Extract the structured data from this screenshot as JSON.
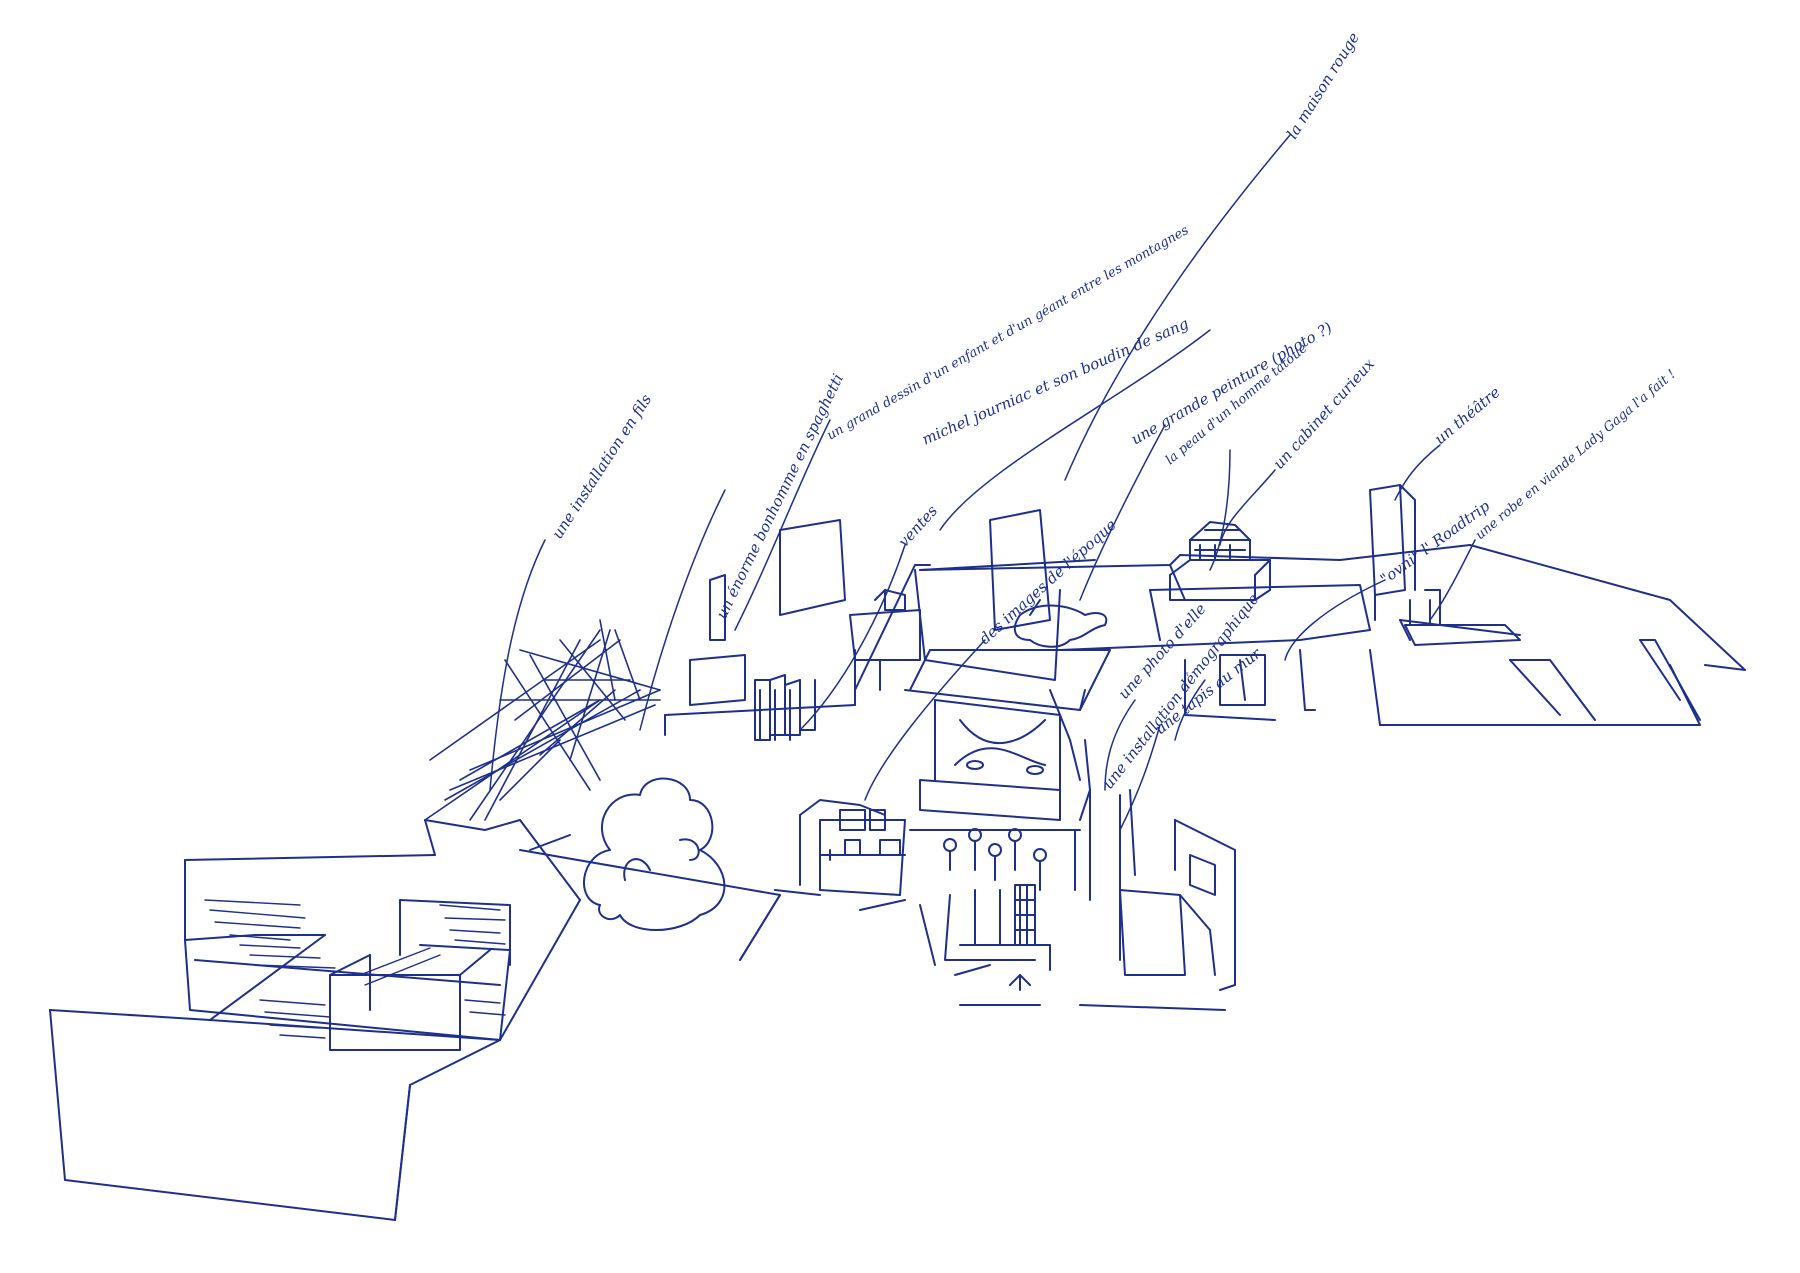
{
  "ink_color": "#1e2f8c",
  "background_color": "#ffffff",
  "annotations": [
    {
      "id": "maison-rouge",
      "text": "la maison rouge"
    },
    {
      "id": "journiac",
      "text": "michel journiac et son boudin de sang"
    },
    {
      "id": "grand-dessin",
      "text": "un grand dessin d'un enfant et d'un géant entre les montagnes"
    },
    {
      "id": "installation-en-fils",
      "text": "une installation en fils"
    },
    {
      "id": "bonhomme-spaghetti",
      "text": "un énorme bonhomme en spaghetti"
    },
    {
      "id": "ventes",
      "text": "ventes"
    },
    {
      "id": "images-de-lepanoo",
      "text": "des images de l'époque"
    },
    {
      "id": "grande-peinture",
      "text": "une grande peinture (photo ?)"
    },
    {
      "id": "peau-homme-tatoue",
      "text": "la peau d'un homme tatoué"
    },
    {
      "id": "cabinet-curieux",
      "text": "un cabinet curieux"
    },
    {
      "id": "un-theatre",
      "text": "un théâtre"
    },
    {
      "id": "robe-lady-gaga",
      "text": "une robe en viande Lady Gaga l'a fait !"
    },
    {
      "id": "roadtrip",
      "text": "\"ovni\" l' Roadtrip"
    },
    {
      "id": "une-photo-par-elle",
      "text": "une photo d'elle"
    },
    {
      "id": "installation-demographique",
      "text": "une installation démographique"
    },
    {
      "id": "tapis-au-mur",
      "text": "une tapis au mur"
    }
  ]
}
